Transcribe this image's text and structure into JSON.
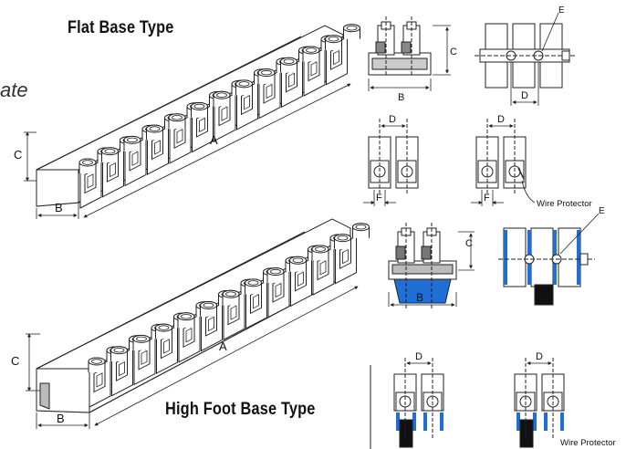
{
  "titles": {
    "flat_base": "Flat Base Type",
    "high_foot_base": "High Foot Base Type",
    "cut_off": "ate"
  },
  "dimension_labels": {
    "a": "A",
    "b": "B",
    "c": "C",
    "d": "D",
    "e": "E",
    "f": "F"
  },
  "callouts": {
    "wire_protector": "Wire Protector"
  },
  "colors": {
    "line": "#222222",
    "foot_blue": "#1f6fd6",
    "foot_black": "#111111"
  }
}
